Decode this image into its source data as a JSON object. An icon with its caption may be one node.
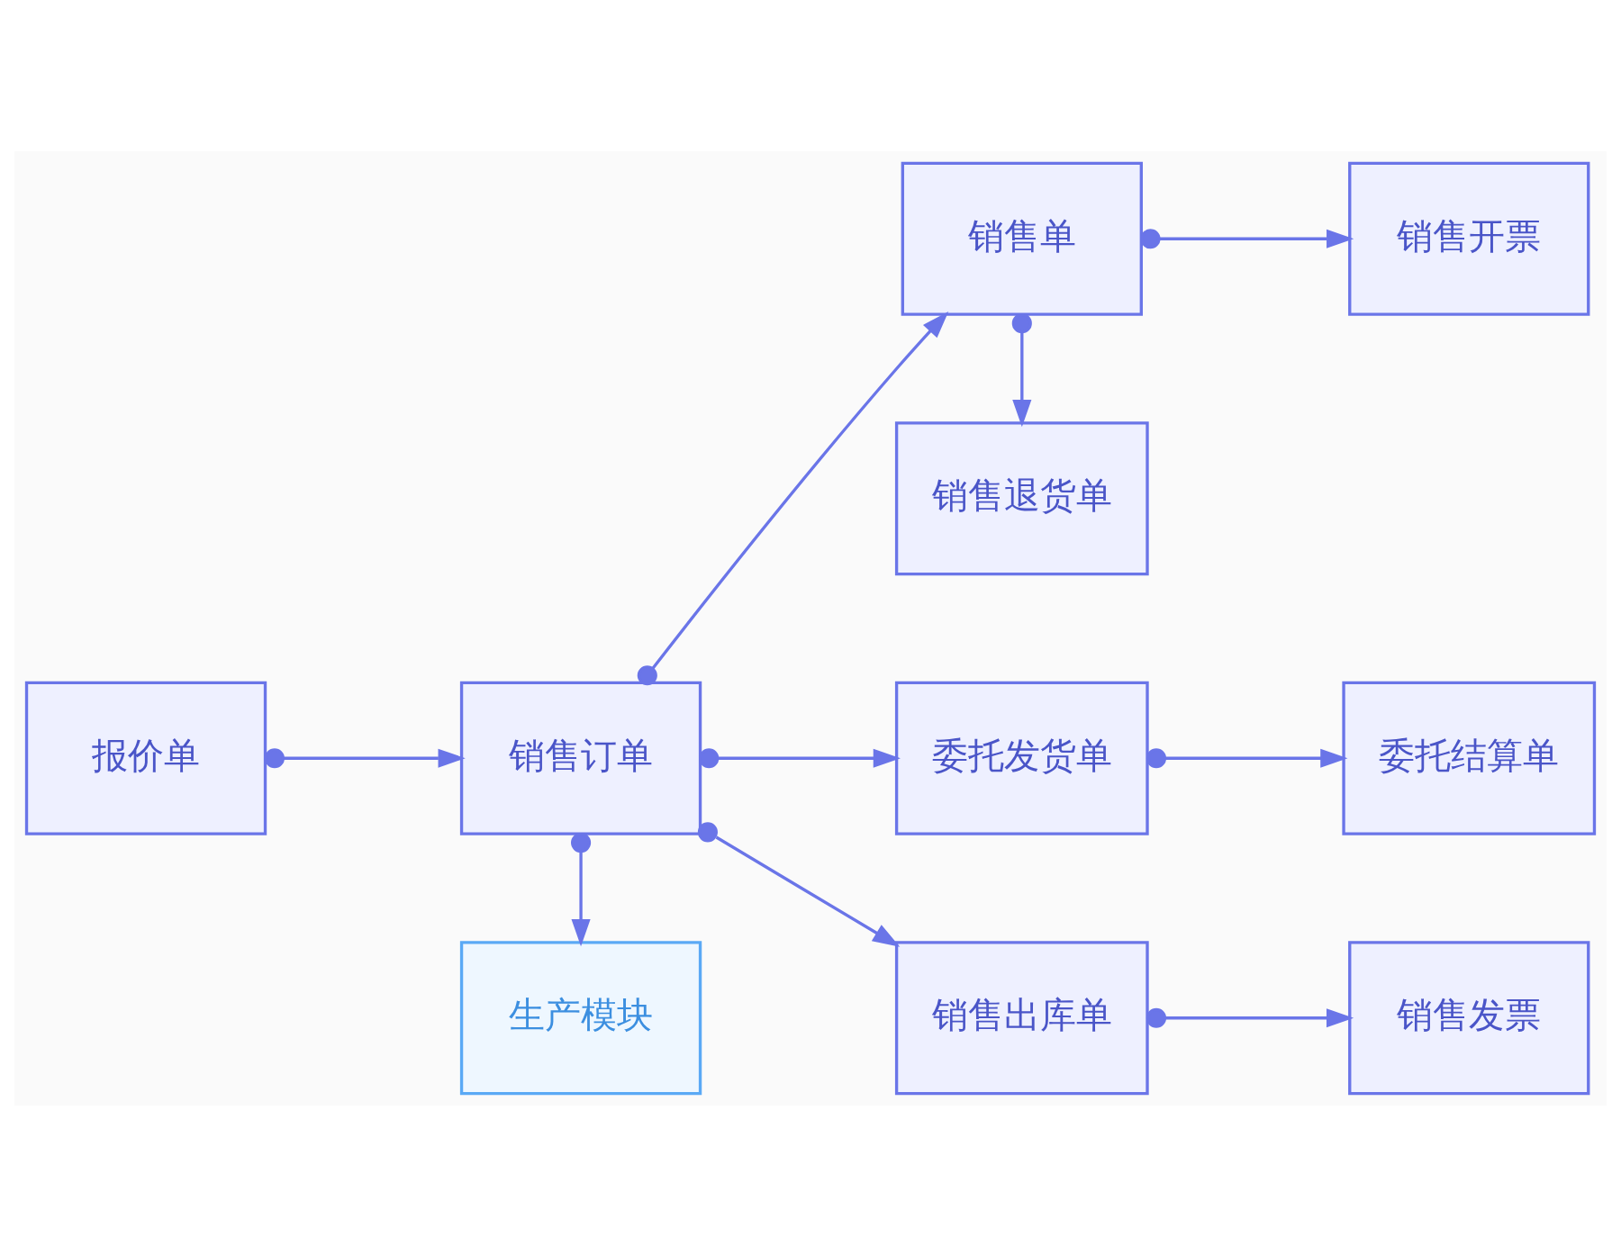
{
  "diagram": {
    "nodes": [
      {
        "text": [
          "报价单"
        ]
      },
      {
        "text": [
          "销售订单"
        ]
      },
      {
        "text": [
          "生产模块"
        ]
      },
      {
        "text": [
          "销售退货单"
        ]
      },
      {
        "text": [
          "销售单"
        ]
      },
      {
        "text": [
          "销售开票"
        ]
      },
      {
        "text": [
          "委托发货单"
        ]
      },
      {
        "text": [
          "委托结算单"
        ]
      },
      {
        "text": [
          "销售出库单"
        ]
      },
      {
        "text": [
          "销售发票"
        ]
      }
    ],
    "edges": [
      {
        "from": 0,
        "to": 1,
        "arrow": "to"
      },
      {
        "from": 1,
        "to": 2,
        "arrow": "to"
      },
      {
        "from": 1,
        "to": 4,
        "arrow": "to"
      },
      {
        "from": 1,
        "to": 6,
        "arrow": "to"
      },
      {
        "from": 1,
        "to": 8,
        "arrow": "to"
      },
      {
        "from": 4,
        "to": 3,
        "arrow": "to"
      },
      {
        "from": 4,
        "to": 5,
        "arrow": "to"
      },
      {
        "from": 6,
        "to": 7,
        "arrow": "to"
      },
      {
        "from": 8,
        "to": 9,
        "arrow": "to"
      }
    ]
  }
}
